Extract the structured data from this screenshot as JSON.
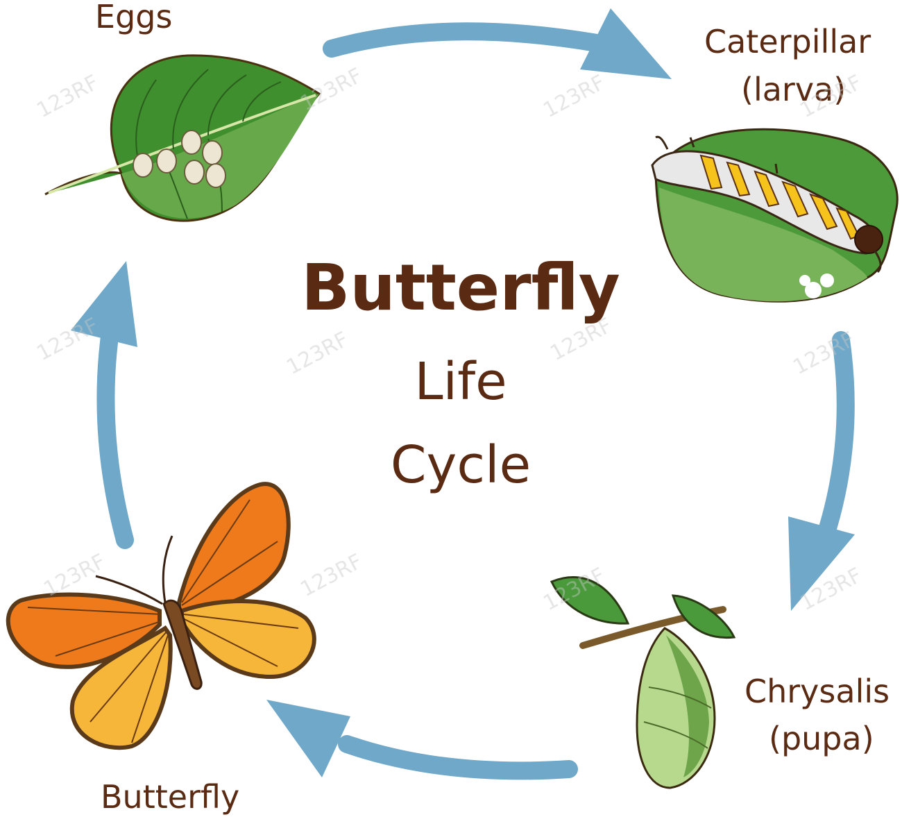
{
  "title": {
    "main": "Butterfly",
    "line2": "Life",
    "line3": "Cycle"
  },
  "stages": {
    "eggs": {
      "label": "Eggs"
    },
    "caterpillar": {
      "label": "Caterpillar",
      "sublabel": "(larva)"
    },
    "chrysalis": {
      "label": "Chrysalis",
      "sublabel": "(pupa)"
    },
    "butterfly": {
      "label": "Butterfly"
    }
  },
  "watermark": "123RF",
  "colors": {
    "text": "#5a2a12",
    "arrow": "#6fa8c8",
    "leaf": "#3f8f2e",
    "leaf_light": "#6aaa44",
    "wing_orange": "#ee7a1c",
    "wing_yellow": "#f6b63a",
    "wing_edge": "#5b3a1a",
    "chrysalis": "#b7d98e",
    "caterpillar_body": "#e8e8e8"
  }
}
